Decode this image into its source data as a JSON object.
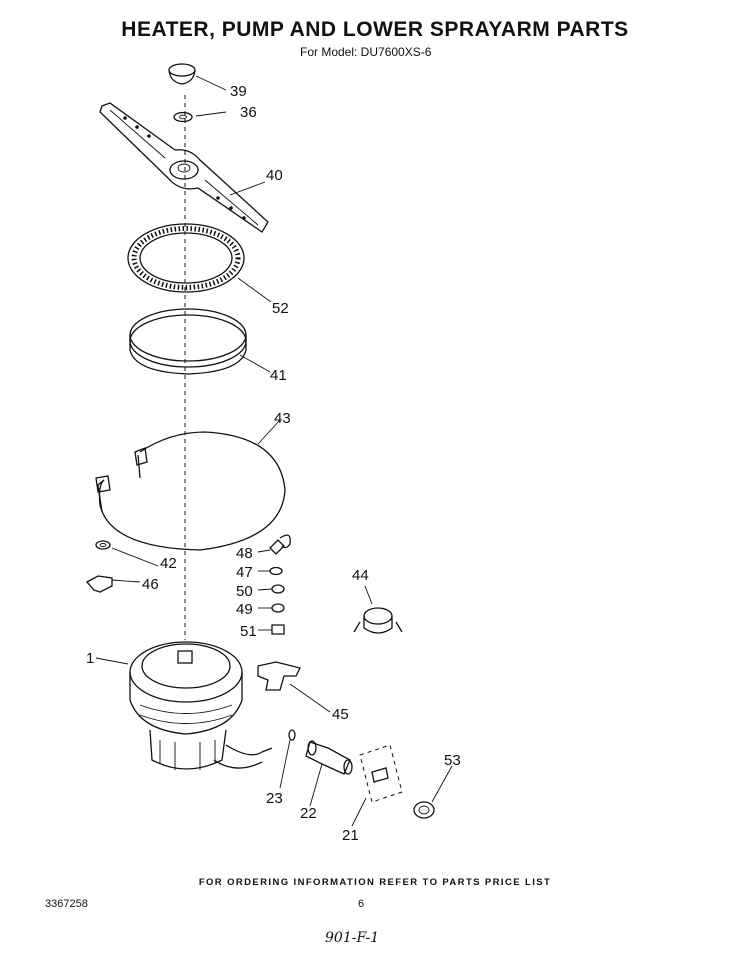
{
  "header": {
    "title": "HEATER, PUMP AND LOWER SPRAYARM PARTS",
    "subtitle": "For Model: DU7600XS-6"
  },
  "callouts": [
    {
      "id": "c39",
      "label": "39"
    },
    {
      "id": "c36",
      "label": "36"
    },
    {
      "id": "c40",
      "label": "40"
    },
    {
      "id": "c52",
      "label": "52"
    },
    {
      "id": "c41",
      "label": "41"
    },
    {
      "id": "c43",
      "label": "43"
    },
    {
      "id": "c42",
      "label": "42"
    },
    {
      "id": "c46",
      "label": "46"
    },
    {
      "id": "c48",
      "label": "48"
    },
    {
      "id": "c47",
      "label": "47"
    },
    {
      "id": "c50",
      "label": "50"
    },
    {
      "id": "c49",
      "label": "49"
    },
    {
      "id": "c51",
      "label": "51"
    },
    {
      "id": "c44",
      "label": "44"
    },
    {
      "id": "c1",
      "label": "1"
    },
    {
      "id": "c45",
      "label": "45"
    },
    {
      "id": "c53",
      "label": "53"
    },
    {
      "id": "c23",
      "label": "23"
    },
    {
      "id": "c22",
      "label": "22"
    },
    {
      "id": "c21",
      "label": "21"
    }
  ],
  "footer": {
    "ordering_note": "FOR ORDERING INFORMATION REFER TO PARTS PRICE LIST",
    "doc_number": "3367258",
    "page_number": "6",
    "handwritten": "901-F-1"
  }
}
